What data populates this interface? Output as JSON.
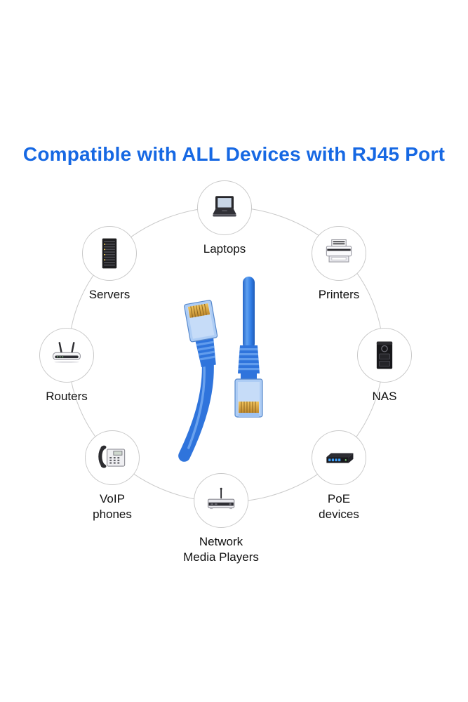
{
  "title": "Compatible with ALL Devices with RJ45 Port",
  "center_image": "rj45-ethernet-cable-connectors",
  "devices": [
    {
      "id": "laptops",
      "label": "Laptops",
      "icon": "laptop-icon"
    },
    {
      "id": "printers",
      "label": "Printers",
      "icon": "printer-icon"
    },
    {
      "id": "nas",
      "label": "NAS",
      "icon": "nas-icon"
    },
    {
      "id": "poe",
      "label": "PoE\ndevices",
      "icon": "poe-switch-icon"
    },
    {
      "id": "media",
      "label": "Network\nMedia Players",
      "icon": "media-player-icon"
    },
    {
      "id": "voip",
      "label": "VoIP\nphones",
      "icon": "voip-phone-icon"
    },
    {
      "id": "routers",
      "label": "Routers",
      "icon": "router-icon"
    },
    {
      "id": "servers",
      "label": "Servers",
      "icon": "server-icon"
    }
  ],
  "colors": {
    "title": "#1668e3",
    "cable_blue": "#2f74dc",
    "circle_line": "#c9c9c9",
    "label_text": "#111111"
  }
}
